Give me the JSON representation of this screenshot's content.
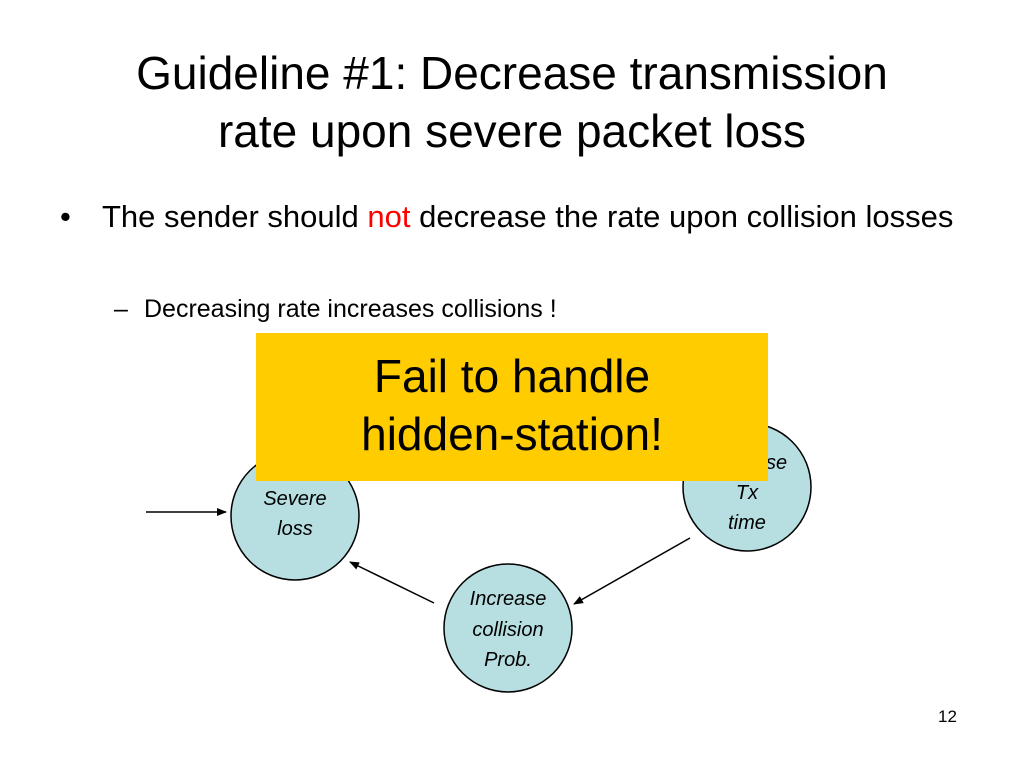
{
  "title": {
    "line1": "Guideline #1: Decrease transmission",
    "line2": "rate upon severe packet loss"
  },
  "bullet": {
    "before": "The sender should ",
    "highlight": "not",
    "after": " decrease the rate upon collision losses",
    "highlight_color": "#ff0000"
  },
  "sub_bullet": {
    "dash": "–",
    "text": "Decreasing rate increases collisions !"
  },
  "diagram": {
    "nodes": [
      {
        "lines": [
          "Severe",
          "loss"
        ]
      },
      {
        "lines": [
          "ase",
          "Tx",
          "time"
        ]
      },
      {
        "lines": [
          "Increase",
          "collision",
          "Prob."
        ]
      }
    ],
    "node_fill": "#b7dee0"
  },
  "callout": {
    "line1": "Fail to handle",
    "line2": "hidden-station!",
    "background": "#ffcc00"
  },
  "page_number": "12"
}
